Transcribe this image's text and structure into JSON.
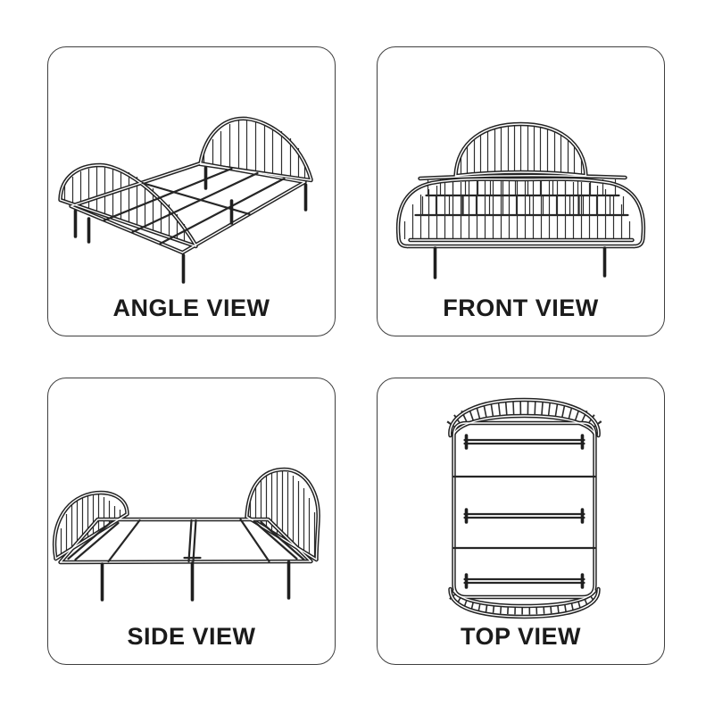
{
  "page": {
    "background_color": "#ffffff",
    "line_color": "#262626",
    "panel_border_color": "#3f3f3f",
    "label_color": "#1b1b1b"
  },
  "panels": [
    {
      "id": "angle",
      "label": "ANGLE VIEW",
      "illustration": "bed-frame-angle-view"
    },
    {
      "id": "front",
      "label": "FRONT VIEW",
      "illustration": "bed-frame-front-view"
    },
    {
      "id": "side",
      "label": "SIDE VIEW",
      "illustration": "bed-frame-side-view"
    },
    {
      "id": "top",
      "label": "TOP VIEW",
      "illustration": "bed-frame-top-view"
    }
  ]
}
